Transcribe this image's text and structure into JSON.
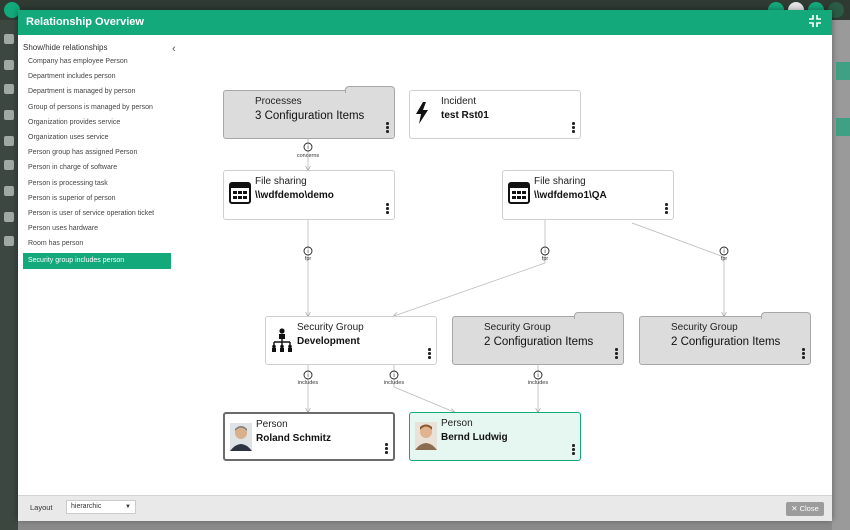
{
  "modal": {
    "title": "Relationship Overview"
  },
  "left_panel": {
    "heading": "Show/hide relationships",
    "collapse_icon": "‹",
    "items": [
      {
        "label": "Company has employee Person"
      },
      {
        "label": "Department includes person"
      },
      {
        "label": "Department is managed by person"
      },
      {
        "label": "Group of persons is managed by person"
      },
      {
        "label": "Organization provides service"
      },
      {
        "label": "Organization uses service"
      },
      {
        "label": "Person group has assigned Person"
      },
      {
        "label": "Person in charge of software"
      },
      {
        "label": "Person is processing task"
      },
      {
        "label": "Person is superior of person"
      },
      {
        "label": "Person is user of service operation ticket"
      },
      {
        "label": "Person uses hardware"
      },
      {
        "label": "Room has person"
      },
      {
        "label": "Security group includes person",
        "active": true
      }
    ]
  },
  "nodes": {
    "processes": {
      "type": "Processes",
      "name": "3 Configuration Items"
    },
    "incident": {
      "type": "Incident",
      "name": "test Rst01",
      "icon": "lightning-icon"
    },
    "fileshare1": {
      "type": "File sharing",
      "name": "\\\\wdfdemo\\demo",
      "icon": "window-icon"
    },
    "fileshare2": {
      "type": "File sharing",
      "name": "\\\\wdfdemo1\\QA",
      "icon": "window-icon"
    },
    "secgroup_dev": {
      "type": "Security Group",
      "name": "Development",
      "icon": "org-chart-icon"
    },
    "secgroup_2a": {
      "type": "Security Group",
      "name": "2 Configuration Items"
    },
    "secgroup_2b": {
      "type": "Security Group",
      "name": "2 Configuration Items"
    },
    "person1": {
      "type": "Person",
      "name": "Roland Schmitz"
    },
    "person2": {
      "type": "Person",
      "name": "Bernd Ludwig"
    }
  },
  "edge_labels": {
    "concerns": "concerns",
    "fpr1": "fpr",
    "fpr2": "fpr",
    "fpr3": "fpr",
    "includes1": "includes",
    "includes2": "includes",
    "includes3": "includes"
  },
  "footer": {
    "layout_label": "Layout",
    "layout_value": "hierarchic",
    "close_label": "Close"
  },
  "colors": {
    "accent": "#13a97b",
    "group_fill": "#dcdcdc"
  }
}
